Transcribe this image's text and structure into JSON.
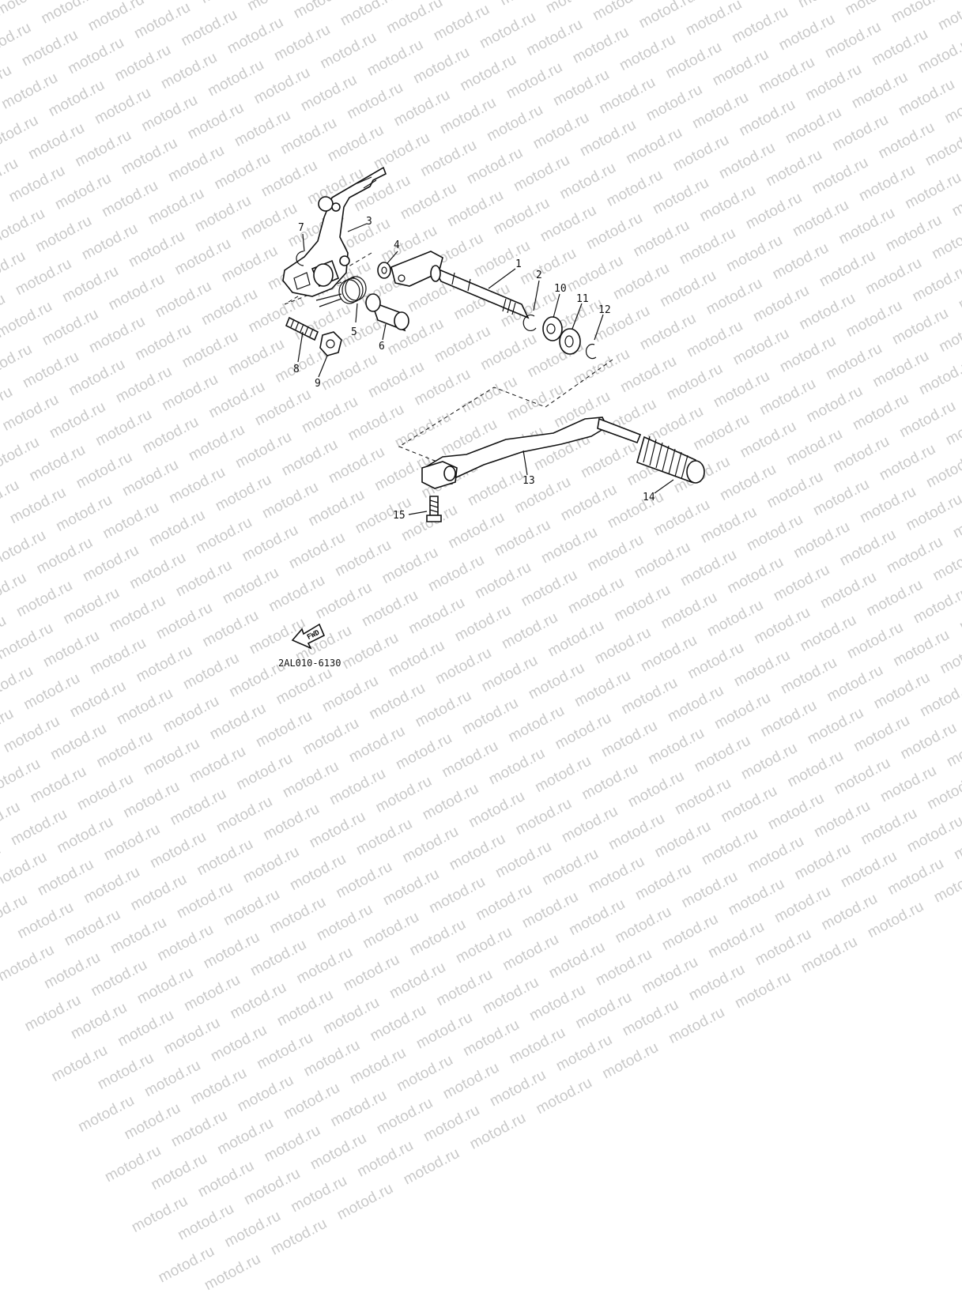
{
  "watermark": "motod.ru",
  "diagram_code": "2AL010-6130",
  "fwd_label": "FWD",
  "callouts": {
    "c1": "1",
    "c2": "2",
    "c3": "3",
    "c4": "4",
    "c5": "5",
    "c6": "6",
    "c7": "7",
    "c8": "8",
    "c9": "9",
    "c10": "10",
    "c11": "11",
    "c12": "12",
    "c13": "13",
    "c14": "14",
    "c15": "15"
  }
}
